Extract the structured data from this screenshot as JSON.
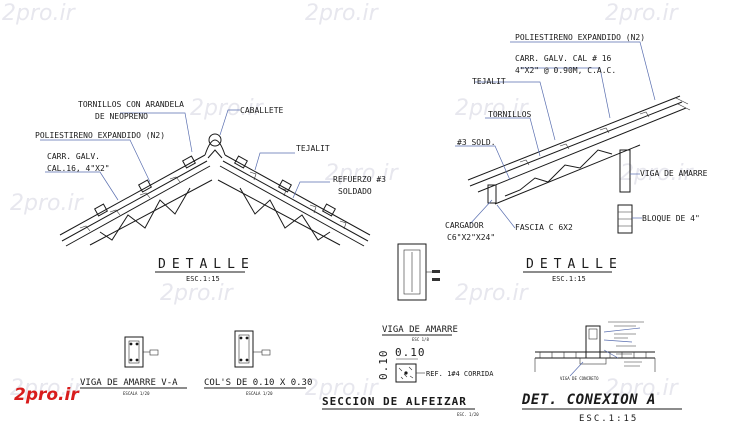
{
  "watermark": "2pro.ir",
  "logo": "2pro.ir",
  "detail_left": {
    "labels": {
      "tornillos_1": "TORNILLOS CON ARANDELA",
      "tornillos_2": "DE NEOPRENO",
      "caballete": "CABALLETE",
      "poliestireno": "POLIESTIRENO EXPANDIDO (N2)",
      "carr_1": "CARR. GALV.",
      "carr_2": "CAL.16, 4\"X2\"",
      "tejalit": "TEJALIT",
      "refuerzo_1": "REFUERZO #3",
      "refuerzo_2": "SOLDADO"
    },
    "title": "DETALLE",
    "scale": "ESC.1:15"
  },
  "detail_right": {
    "labels": {
      "poliestireno": "POLIESTIRENO EXPANDIDO (N2)",
      "carr_1": "CARR. GALV. CAL # 16",
      "carr_2": "4\"X2\" @ 0.90M, C.A.C.",
      "tejalit": "TEJALIT",
      "tornillos": "TORNILLOS",
      "solid": "#3 SOLD.",
      "viga": "VIGA DE AMARRE",
      "cargador_1": "CARGADOR",
      "cargador_2": "C6\"X2\"X24\"",
      "fascia": "FASCIA C 6X2",
      "bloque": "BLOQUE DE 4\""
    },
    "title": "DETALLE",
    "scale": "ESC.1:15"
  },
  "small_sections": {
    "viga": {
      "title": "VIGA DE AMARRE V-A",
      "scale": "ESCALA 1/20"
    },
    "cols": {
      "title": "COL'S DE 0.10 X 0.30",
      "scale": "ESCALA 1/20"
    }
  },
  "alfeizar": {
    "viga_title": "VIGA DE AMARRE",
    "viga_scale": "ESC 1/8",
    "dim_top": "0.10",
    "dim_side": "0.10",
    "ref": "REF. 1#4 CORRIDA",
    "title": "SECCION DE ALFEIZAR",
    "scale": "ESC. 1/20"
  },
  "conexion": {
    "title": "DET. CONEXION A",
    "scale": "ESC.1:15",
    "viga": "VIGA DE CONCRETO"
  }
}
